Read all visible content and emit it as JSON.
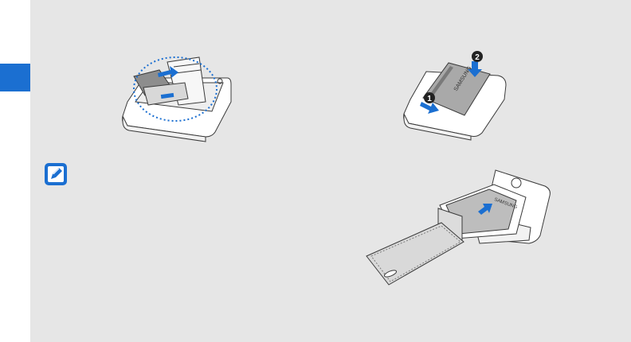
{
  "page": {
    "background": "#e6e6e6",
    "margin_color": "#ffffff",
    "tab_color": "#1b6fd1"
  },
  "illustrations": {
    "sim_insert": {
      "icon": "sim-card-insert-icon"
    },
    "battery_insert": {
      "icon": "battery-insert-icon",
      "step1": "1",
      "step2": "2",
      "brand": "SAMSUNG"
    },
    "battery_cover": {
      "icon": "battery-cover-slide-icon",
      "brand": "SAMSUNG"
    }
  },
  "note": {
    "icon": "note-pencil-icon"
  }
}
